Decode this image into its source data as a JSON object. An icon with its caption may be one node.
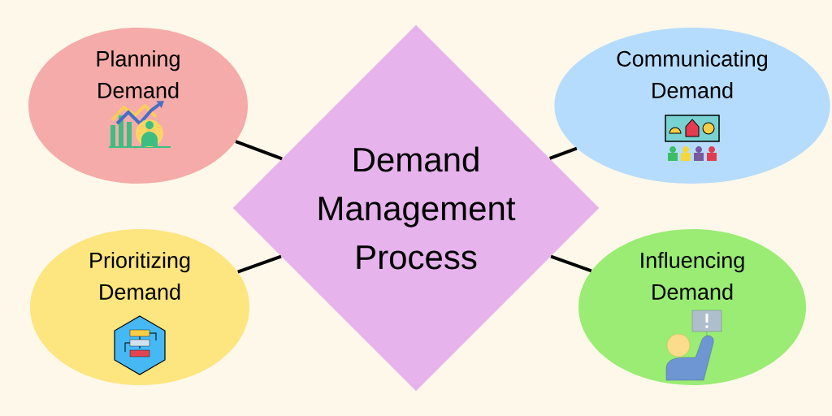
{
  "diagram": {
    "nodes": [
      {
        "text": [
          "Demand Management Process"
        ]
      },
      {
        "text": [
          "Planning Demand"
        ]
      },
      {
        "text": [
          "Communicating Demand"
        ]
      },
      {
        "text": [
          "Prioritizing Demand"
        ]
      },
      {
        "text": [
          "Influencing Demand"
        ]
      }
    ],
    "edges": [
      {
        "from": 1,
        "to": 0,
        "arrow": "none"
      },
      {
        "from": 2,
        "to": 0,
        "arrow": "none"
      },
      {
        "from": 3,
        "to": 0,
        "arrow": "none"
      },
      {
        "from": 4,
        "to": 0,
        "arrow": "none"
      }
    ]
  }
}
